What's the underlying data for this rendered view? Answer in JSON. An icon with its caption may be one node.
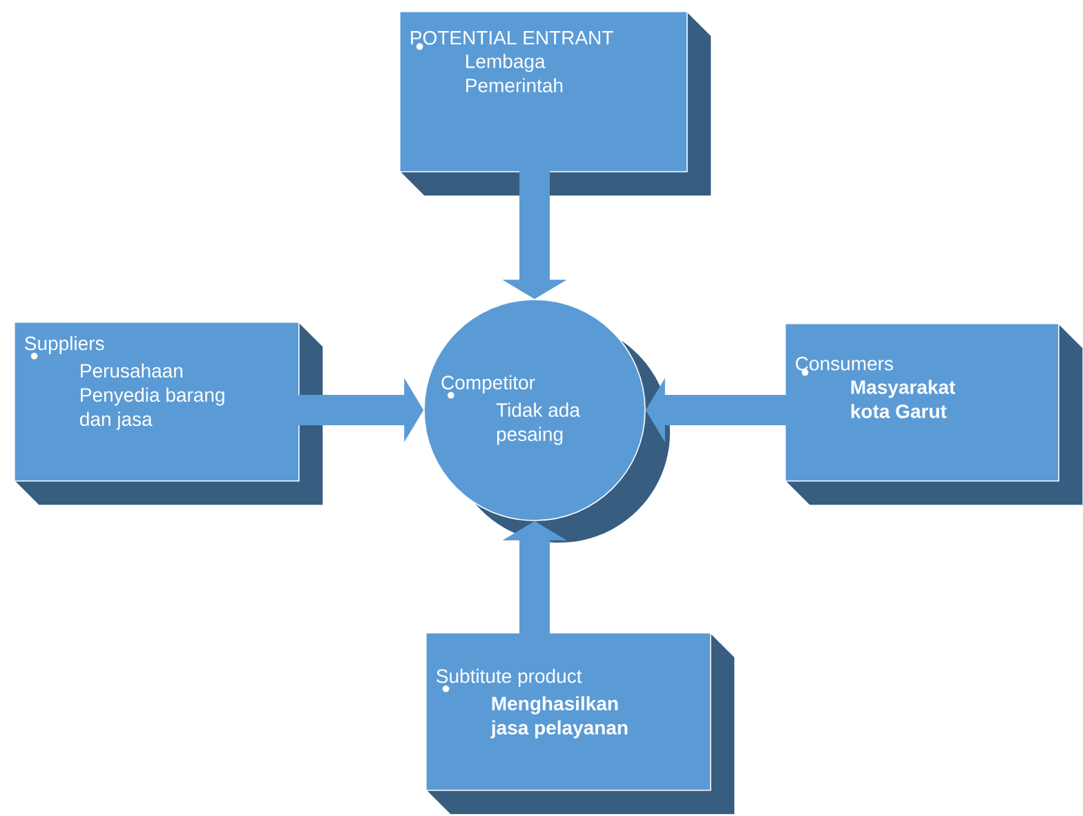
{
  "diagram": {
    "nodes": [
      {
        "text": [
          "POTENTIAL ENTRANT",
          "Lembaga Pemerintah"
        ]
      },
      {
        "text": [
          "Suppliers",
          "Perusahaan Penyedia barang dan jasa"
        ]
      },
      {
        "text": [
          "Competitor",
          "Tidak ada pesaing"
        ]
      },
      {
        "text": [
          "Consumers",
          "Masyarakat kota Garut"
        ]
      },
      {
        "text": [
          "Subtitute product",
          "Menghasilkan jasa pelayanan"
        ]
      }
    ],
    "edges": [
      {
        "from": 0,
        "to": 2,
        "arrow": "to"
      },
      {
        "from": 1,
        "to": 2,
        "arrow": "to"
      },
      {
        "from": 3,
        "to": 2,
        "arrow": "to"
      },
      {
        "from": 4,
        "to": 2,
        "arrow": "to"
      }
    ]
  }
}
